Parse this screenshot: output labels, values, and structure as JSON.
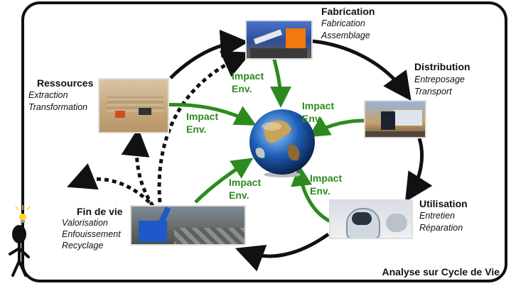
{
  "stages": {
    "fabrication": {
      "title": "Fabrication",
      "items": [
        "Fabrication",
        "Assemblage"
      ]
    },
    "distribution": {
      "title": "Distribution",
      "items": [
        "Entreposage",
        "Transport"
      ]
    },
    "utilisation": {
      "title": "Utilisation",
      "items": [
        "Entretien",
        "Réparation"
      ]
    },
    "fin_de_vie": {
      "title": "Fin de vie",
      "items": [
        "Valorisation",
        "Enfouissement",
        "Recyclage"
      ]
    },
    "ressources": {
      "title": "Ressources",
      "items": [
        "Extraction",
        "Transformation"
      ]
    }
  },
  "impact": {
    "line1": "Impact",
    "line2": "Env."
  },
  "footer": "Analyse sur Cycle de Vie",
  "colors": {
    "impact_green": "#2d8a1e",
    "cycle_arrow": "#111111",
    "frame": "#111111"
  }
}
